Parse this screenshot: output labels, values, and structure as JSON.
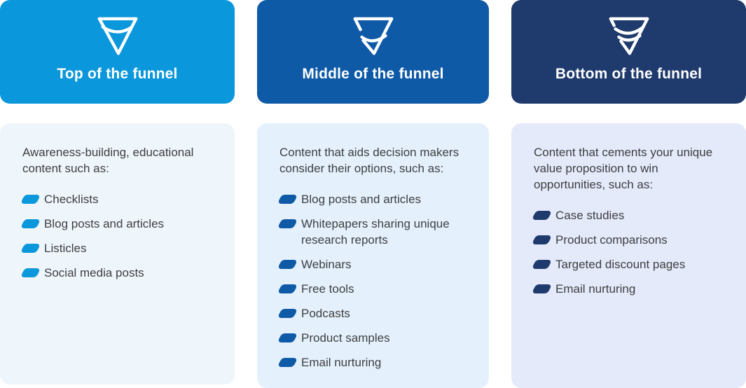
{
  "text_color": "#3e3e40",
  "columns": [
    {
      "id": "top",
      "header": {
        "label": "Top of the funnel",
        "color": "#0a97db",
        "icon": "funnel-top-icon"
      },
      "body": {
        "background": "#eff6fb",
        "bullet_color": "#0a97db",
        "intro": "Awareness-building, educational content such as:",
        "items": [
          "Checklists",
          "Blog posts and articles",
          "Listicles",
          "Social media posts"
        ]
      }
    },
    {
      "id": "middle",
      "header": {
        "label": "Middle of the funnel",
        "color": "#0e5aa7",
        "icon": "funnel-middle-icon"
      },
      "body": {
        "background": "#e4f1fc",
        "bullet_color": "#0e5aa7",
        "intro": "Content that aids decision makers consider their options, such as:",
        "items": [
          "Blog posts and articles",
          "Whitepapers sharing unique research reports",
          "Webinars",
          "Free tools",
          "Podcasts",
          "Product samples",
          "Email nurturing"
        ]
      }
    },
    {
      "id": "bottom",
      "header": {
        "label": "Bottom of the funnel",
        "color": "#1f3a6c",
        "icon": "funnel-bottom-icon"
      },
      "body": {
        "background": "#e4eafa",
        "bullet_color": "#1f3a6c",
        "intro": "Content that cements your unique value proposition to win opportunities, such as:",
        "items": [
          "Case studies",
          "Product comparisons",
          "Targeted discount pages",
          "Email nurturing"
        ]
      }
    }
  ]
}
